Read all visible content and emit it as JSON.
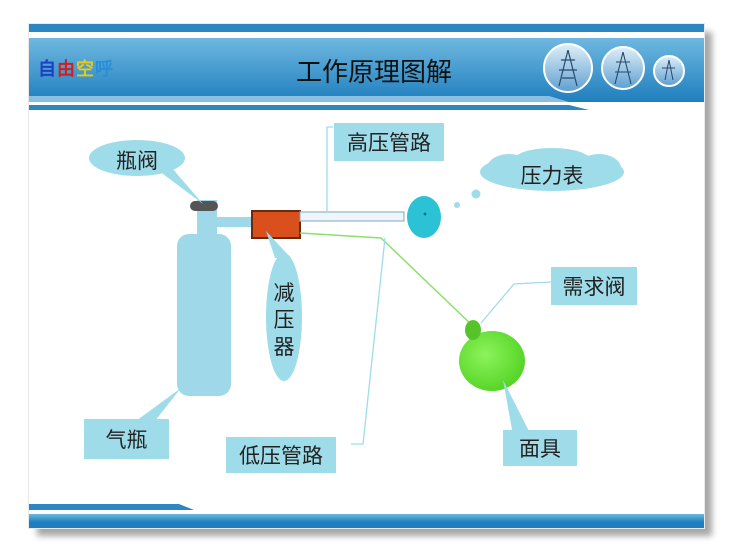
{
  "header": {
    "title": "工作原理图解",
    "logo_chars": [
      "自",
      "由",
      "空",
      "呼"
    ]
  },
  "labels": {
    "bottle_valve": "瓶阀",
    "high_pressure_pipe": "高压管路",
    "pressure_gauge": "压力表",
    "reducer": "减压器",
    "demand_valve": "需求阀",
    "cylinder": "气瓶",
    "low_pressure_pipe": "低压管路",
    "mask": "面具"
  },
  "colors": {
    "header_blue": "#2e8ec7",
    "callout_fill": "#9fdcea",
    "cylinder_fill": "#9fd8e8",
    "reducer_fill": "#d9501c",
    "gauge_fill": "#2ac2d4",
    "mask_fill": "#6ee63a",
    "demand_valve_fill": "#56c32a",
    "low_pressure_line": "#8de06a"
  },
  "icons": [
    "power-tower-icon",
    "power-tower-icon",
    "power-tower-icon"
  ]
}
